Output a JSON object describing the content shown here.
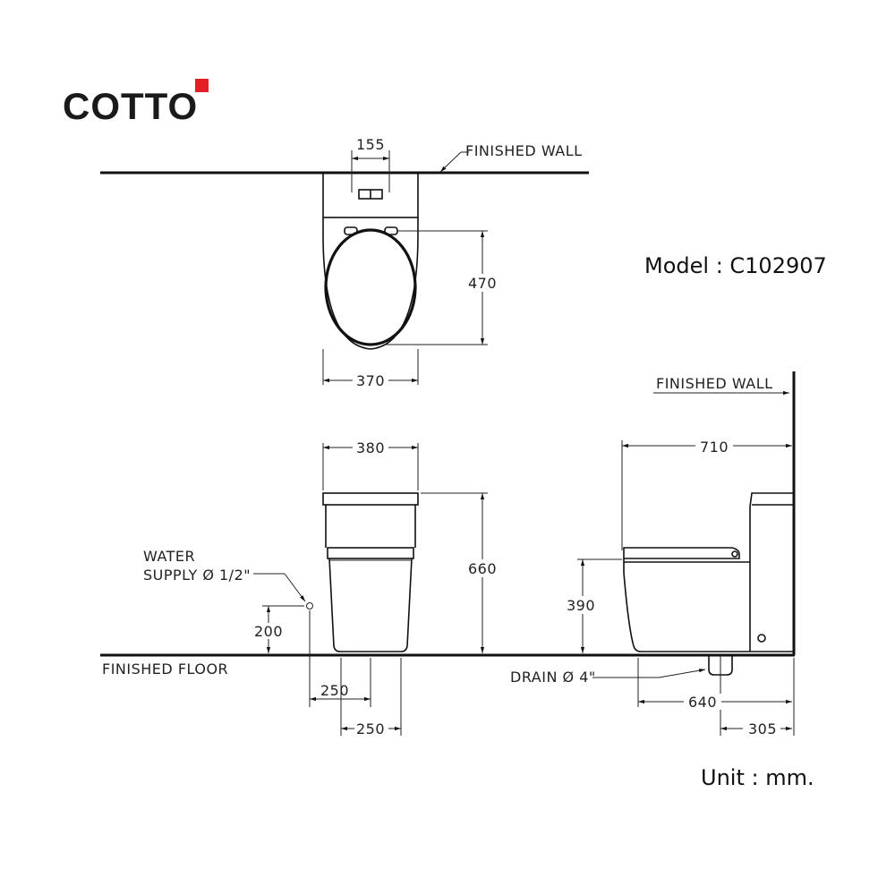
{
  "brand": {
    "name": "COTTO",
    "accent_color": "#e31e24"
  },
  "model_label": "Model : C102907",
  "unit_label": "Unit : mm.",
  "labels": {
    "finished_wall_top": "FINISHED  WALL",
    "finished_wall_side": "FINISHED  WALL",
    "finished_floor": "FINISHED  FLOOR",
    "water_supply_line1": "WATER",
    "water_supply_line2": "SUPPLY Ø 1/2\"",
    "drain": "DRAIN Ø 4\""
  },
  "dimensions": {
    "top_button_width": "155",
    "seat_depth": "470",
    "seat_width": "370",
    "front_width": "380",
    "total_height": "660",
    "supply_height": "200",
    "supply_offset": "250",
    "foot_width": "250",
    "side_length": "710",
    "seat_height": "390",
    "base_length": "640",
    "rough_in": "305"
  }
}
